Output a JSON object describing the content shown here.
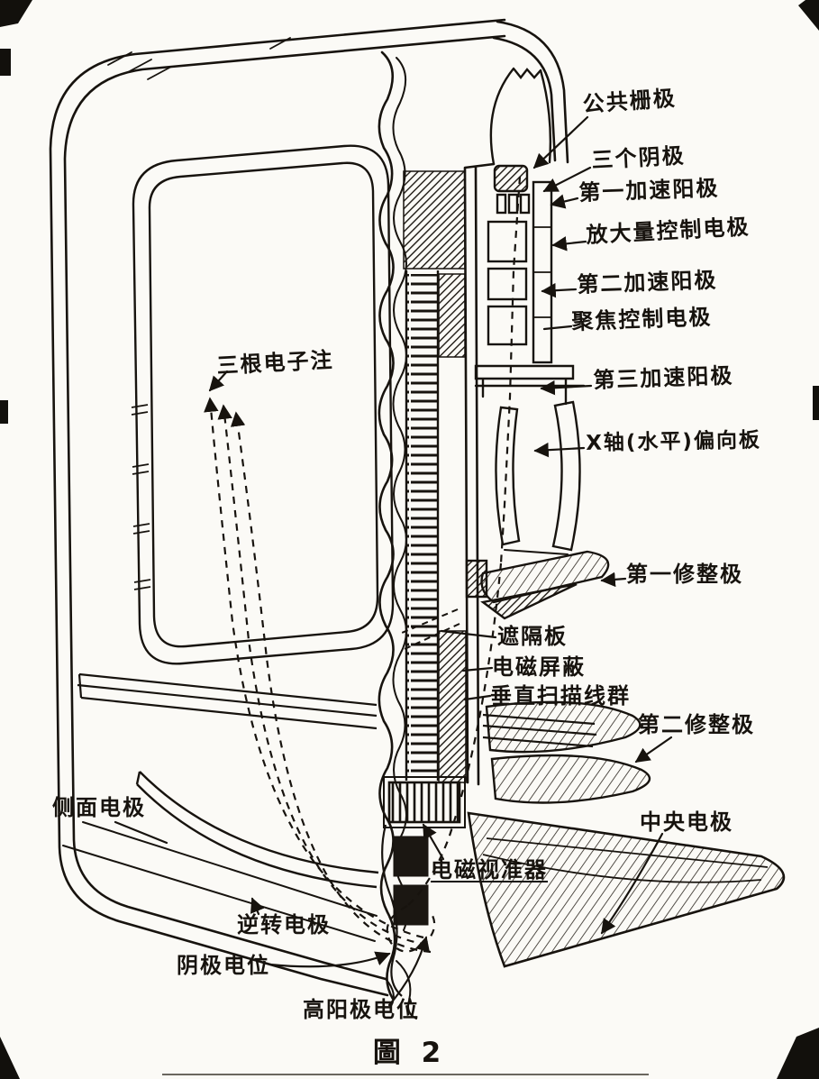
{
  "figure": {
    "caption": "圖 2",
    "labels": [
      {
        "id": "common-grid",
        "text": "公共栅极"
      },
      {
        "id": "three-cathodes",
        "text": "三个阴极"
      },
      {
        "id": "first-accel-anode",
        "text": "第一加速阳极"
      },
      {
        "id": "gain-control-electrode",
        "text": "放大量控制电极"
      },
      {
        "id": "second-accel-anode",
        "text": "第二加速阳极"
      },
      {
        "id": "focus-control-electrode",
        "text": "聚焦控制电极"
      },
      {
        "id": "third-accel-anode",
        "text": "第三加速阳极"
      },
      {
        "id": "x-axis-deflection-plates",
        "text": "X轴(水平)偏向板"
      },
      {
        "id": "first-trimming-electrode",
        "text": "第一修整极"
      },
      {
        "id": "three-electron-beams",
        "text": "三根电子注"
      },
      {
        "id": "shield-plate",
        "text": "遮隔板"
      },
      {
        "id": "electromagnetic-shield",
        "text": "电磁屏蔽"
      },
      {
        "id": "vertical-scan-line-group",
        "text": "垂直扫描线群"
      },
      {
        "id": "second-trimming-electrode",
        "text": "第二修整极"
      },
      {
        "id": "side-electrode",
        "text": "侧面电极"
      },
      {
        "id": "central-electrode",
        "text": "中央电极"
      },
      {
        "id": "electromagnetic-collimator",
        "text": "电磁视准器"
      },
      {
        "id": "reversal-electrode",
        "text": "逆转电极"
      },
      {
        "id": "cathode-potential",
        "text": "阴极电位"
      },
      {
        "id": "high-anode-potential",
        "text": "高阳极电位"
      }
    ],
    "colors": {
      "ink": "#17130e",
      "paper": "#fbfaf6"
    }
  }
}
